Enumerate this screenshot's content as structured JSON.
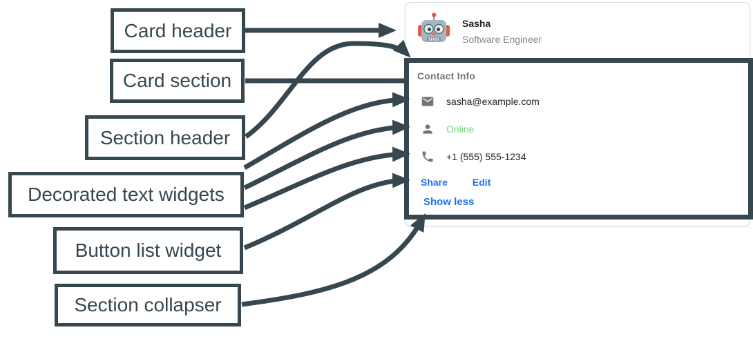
{
  "annotation": {
    "color": "#37474F",
    "labels": [
      {
        "text": "Card header"
      },
      {
        "text": "Card section"
      },
      {
        "text": "Section header"
      },
      {
        "text": "Decorated text widgets"
      },
      {
        "text": "Button list widget"
      },
      {
        "text": "Section collapser"
      }
    ]
  },
  "card": {
    "header": {
      "avatar_icon": "robot-avatar",
      "name": "Sasha",
      "subtitle": "Software Engineer"
    },
    "section": {
      "header": "Contact Info",
      "widgets": [
        {
          "icon": "email-icon",
          "text": "sasha@example.com",
          "text_color": "#202124"
        },
        {
          "icon": "person-icon",
          "text": "Online",
          "text_color": "#76d683"
        },
        {
          "icon": "phone-icon",
          "text": "+1 (555) 555-1234",
          "text_color": "#202124"
        }
      ],
      "buttons": [
        {
          "label": "Share"
        },
        {
          "label": "Edit"
        }
      ],
      "collapser_label": "Show less",
      "accent_color": "#1a73e8"
    }
  }
}
